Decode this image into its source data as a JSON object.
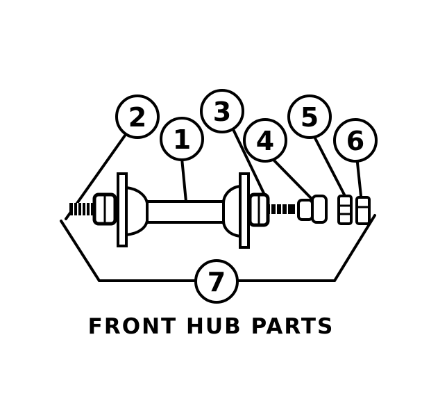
{
  "callouts": [
    {
      "number": "1",
      "part": "hub shell"
    },
    {
      "number": "2",
      "part": "left cone and axle end"
    },
    {
      "number": "3",
      "part": "right cone"
    },
    {
      "number": "4",
      "part": "washer"
    },
    {
      "number": "5",
      "part": "nut"
    },
    {
      "number": "6",
      "part": "nut"
    },
    {
      "number": "7",
      "part": "complete assembly"
    }
  ],
  "caption": "FRONT HUB PARTS",
  "colors": {
    "ink": "#000000",
    "paper": "#ffffff"
  }
}
